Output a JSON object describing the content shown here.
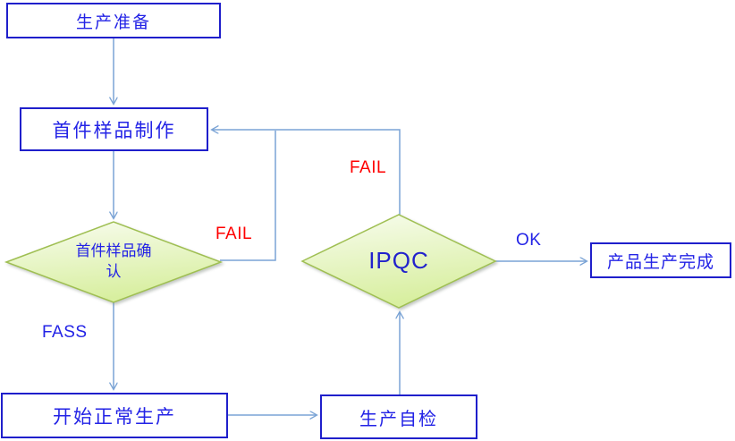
{
  "diagram_type": "flowchart",
  "nodes": {
    "prep": {
      "label": "生产准备",
      "shape": "rect"
    },
    "first_sample": {
      "label": "首件样品制作",
      "shape": "rect"
    },
    "first_confirm": {
      "label": "首件样品确认",
      "shape": "diamond"
    },
    "ipqc": {
      "label": "IPQC",
      "shape": "diamond"
    },
    "normal_production": {
      "label": "开始正常生产",
      "shape": "rect"
    },
    "self_check": {
      "label": "生产自检",
      "shape": "rect"
    },
    "complete": {
      "label": "产品生产完成",
      "shape": "rect"
    }
  },
  "edge_labels": {
    "first_confirm_fail": "FAIL",
    "first_confirm_pass": "FASS",
    "ipqc_fail": "FAIL",
    "ipqc_ok": "OK"
  },
  "edges": [
    {
      "from": "prep",
      "to": "first_sample",
      "label": ""
    },
    {
      "from": "first_sample",
      "to": "first_confirm",
      "label": ""
    },
    {
      "from": "first_confirm",
      "to": "first_sample",
      "label": "FAIL"
    },
    {
      "from": "first_confirm",
      "to": "normal_production",
      "label": "FASS"
    },
    {
      "from": "normal_production",
      "to": "self_check",
      "label": ""
    },
    {
      "from": "self_check",
      "to": "ipqc",
      "label": ""
    },
    {
      "from": "ipqc",
      "to": "first_sample",
      "label": "FAIL"
    },
    {
      "from": "ipqc",
      "to": "complete",
      "label": "OK"
    }
  ],
  "colors": {
    "box_border": "#1f1fcb",
    "node_text": "#2323e6",
    "connector": "#7aa3d5",
    "diamond_border": "#9fbf52",
    "diamond_fill_top": "#f8fcef",
    "diamond_fill_bottom": "#d8efa0",
    "fail_label": "#ff0000",
    "pass_label": "#2323e6",
    "background": "#ffffff"
  }
}
